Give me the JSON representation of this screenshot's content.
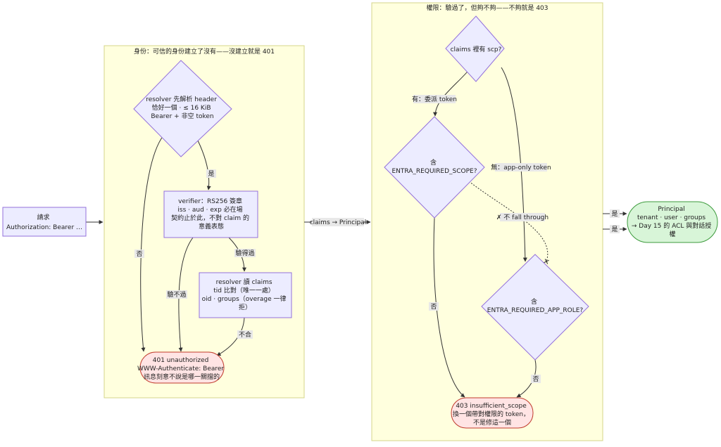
{
  "clusters": {
    "identity": {
      "title": "身份：可信的身份建立了沒有——沒建立就是 401"
    },
    "permission": {
      "title": "權限：驗過了，但夠不夠——不夠就是 403"
    }
  },
  "nodes": {
    "request": {
      "lines": [
        "請求",
        "Authorization: Bearer …"
      ]
    },
    "resolver_parse": {
      "lines": [
        "resolver 先解析 header",
        "恰好一個 · ≤ 16 KiB",
        "Bearer + 非空 token"
      ]
    },
    "verifier": {
      "lines": [
        "verifier：RS256 簽章",
        "iss · aud · exp 必在場",
        "契約止於此，不對 claim 的",
        "意義表態"
      ]
    },
    "resolver_claims": {
      "lines": [
        "resolver 讀 claims",
        "tid 比對（唯一一處）",
        "oid · groups（overage 一律",
        "拒）"
      ]
    },
    "unauth401": {
      "lines": [
        "401 unauthorized",
        "WWW-Authenticate: Bearer",
        "訊息刻意不說是哪一關擋的"
      ]
    },
    "scp": {
      "lines": [
        "claims 裡有 scp?"
      ]
    },
    "req_scope": {
      "lines": [
        "含",
        "ENTRA_REQUIRED_SCOPE?"
      ]
    },
    "req_role": {
      "lines": [
        "含",
        "ENTRA_REQUIRED_APP_ROLE?"
      ]
    },
    "forbidden403": {
      "lines": [
        "403 insufficient_scope",
        "換一個帶對權限的 token，",
        "不是修這一個"
      ]
    },
    "principal": {
      "lines": [
        "Principal",
        "tenant · user · groups",
        "→ Day 15 的 ACL 與對話授",
        "權"
      ]
    }
  },
  "edges": {
    "yes": "是",
    "no": "否",
    "verify_fail": "驗不過",
    "verify_pass": "驗得過",
    "mismatch": "不合",
    "claims_principal": "claims → Principal",
    "has_delegated": "有：委派 token",
    "none_app_only": "無：app-only token",
    "no_fall_through": "✗ 不 fall through",
    "yes_1": "是",
    "yes_2": "是",
    "no_scope": "否",
    "no_role": "否"
  },
  "colors": {
    "cluster_fill": "#ffffde",
    "cluster_stroke": "#d4d48a",
    "node_fill": "#ececff",
    "node_stroke": "#9370db",
    "error_fill": "#ffe4e4",
    "error_stroke": "#c0392b",
    "success_fill": "#d8f5d8",
    "success_stroke": "#3c9a3c",
    "edge": "#333333"
  }
}
